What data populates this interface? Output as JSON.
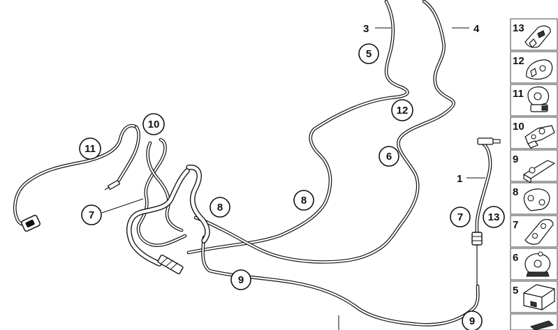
{
  "diagram": {
    "plain_labels": [
      {
        "id": "label-1",
        "text": "1"
      },
      {
        "id": "label-3",
        "text": "3"
      },
      {
        "id": "label-4",
        "text": "4"
      }
    ],
    "callouts": [
      {
        "id": "callout-5",
        "text": "5"
      },
      {
        "id": "callout-12",
        "text": "12"
      },
      {
        "id": "callout-6",
        "text": "6"
      },
      {
        "id": "callout-10",
        "text": "10"
      },
      {
        "id": "callout-11",
        "text": "11"
      },
      {
        "id": "callout-8a",
        "text": "8"
      },
      {
        "id": "callout-8b",
        "text": "8"
      },
      {
        "id": "callout-7a",
        "text": "7"
      },
      {
        "id": "callout-7b",
        "text": "7"
      },
      {
        "id": "callout-13",
        "text": "13"
      },
      {
        "id": "callout-9a",
        "text": "9"
      },
      {
        "id": "callout-9b",
        "text": "9"
      }
    ],
    "parts_column": [
      {
        "num": "13",
        "icon": "clip-13-icon"
      },
      {
        "num": "12",
        "icon": "clip-12-icon"
      },
      {
        "num": "11",
        "icon": "clip-11-icon"
      },
      {
        "num": "10",
        "icon": "clip-10-icon"
      },
      {
        "num": "9",
        "icon": "clip-9-icon"
      },
      {
        "num": "8",
        "icon": "clip-8-icon"
      },
      {
        "num": "7",
        "icon": "clip-7-icon"
      },
      {
        "num": "6",
        "icon": "clip-6-icon"
      },
      {
        "num": "5",
        "icon": "clip-5-icon"
      }
    ]
  }
}
